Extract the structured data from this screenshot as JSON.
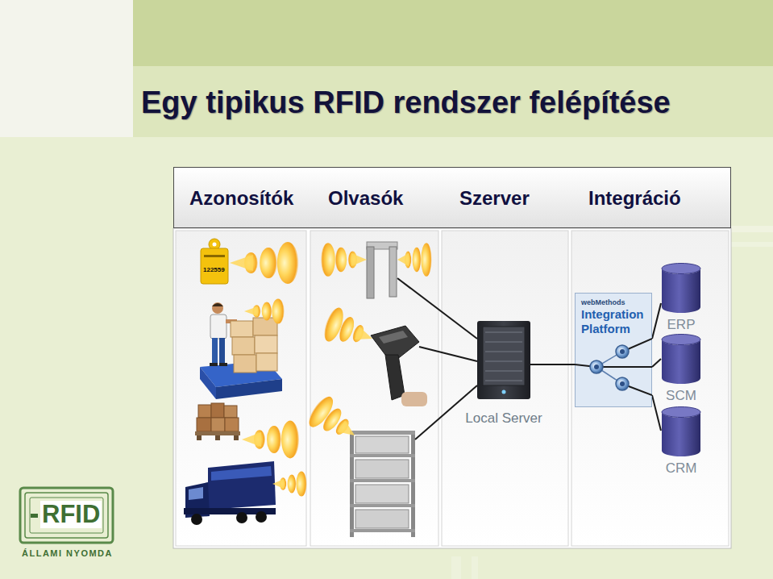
{
  "diagram": {
    "title": "Egy tipikus RFID rendszer felépítése",
    "nodes": [
      {
        "text": [
          "Azonosítók",
          "Olvasók",
          "Szerver",
          "Integráció"
        ]
      },
      {
        "text": [
          "Local Server"
        ]
      },
      {
        "text": [
          "webMethods",
          "Integration Platform"
        ]
      },
      {
        "text": [
          "ERP"
        ]
      },
      {
        "text": [
          "SCM"
        ]
      },
      {
        "text": [
          "CRM"
        ]
      }
    ],
    "edges": [
      {
        "from": 1,
        "to": 2,
        "arrow": "none"
      },
      {
        "from": 2,
        "to": 3,
        "arrow": "none"
      },
      {
        "from": 2,
        "to": 4,
        "arrow": "none"
      },
      {
        "from": 2,
        "to": 5,
        "arrow": "none"
      }
    ],
    "labels": [
      "122559",
      "RFID",
      "ÁLLAMI NYOMDA"
    ]
  }
}
